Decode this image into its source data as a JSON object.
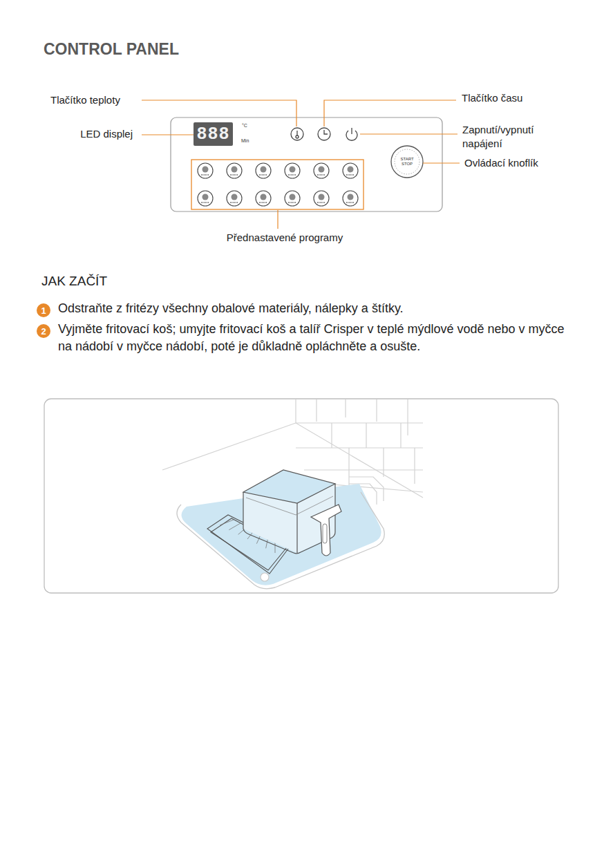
{
  "diagram": {
    "title": "CONTROL PANEL",
    "nodes": [
      {
        "text": [
          "888"
        ]
      },
      {
        "text": [
          "START",
          "STOP"
        ]
      },
      {
        "text": [
          "1"
        ]
      },
      {
        "text": [
          "2"
        ]
      }
    ],
    "labels": [
      "Tlačítko teploty",
      "Tlačítko času",
      "LED displej",
      "°C",
      "Min",
      "Zapnutí/vypnutí napájení",
      "Ovládací knoflík",
      "Přednastavené programy",
      "JAK ZAČÍT",
      "Odstraňte z fritézy všechny obalové materiály, nálepky a štítky.",
      "Vyjměte fritovací koš; umyjte fritovací koš a talíř Crisper v teplé mýdlové vodě nebo v myčce na nádobí v myčce nádobí, poté je důkladně opláchněte a osušte."
    ]
  }
}
